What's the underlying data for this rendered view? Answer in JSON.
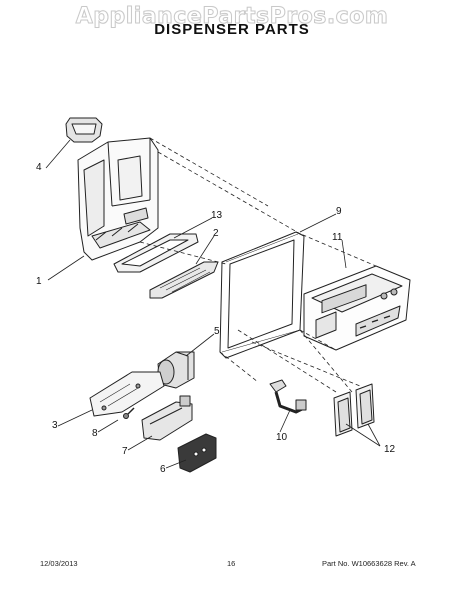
{
  "watermark": "AppliancePartsPros.com",
  "title": "DISPENSER PARTS",
  "callouts": {
    "c1": "1",
    "c2": "2",
    "c3": "3",
    "c4": "4",
    "c5": "5",
    "c6": "6",
    "c7": "7",
    "c8": "8",
    "c9": "9",
    "c10": "10",
    "c11": "11",
    "c12": "12",
    "c13": "13"
  },
  "footer": {
    "date": "12/03/2013",
    "page": "16",
    "part_number": "Part No. W10663628  Rev. A"
  }
}
